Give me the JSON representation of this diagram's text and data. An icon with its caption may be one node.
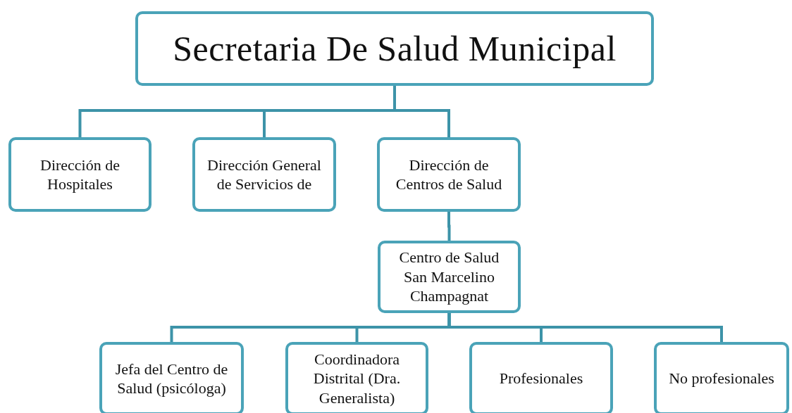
{
  "diagram": {
    "nodes": [
      {
        "text": [
          "Secretaria De Salud Municipal"
        ]
      },
      {
        "text": [
          "Dirección de Hospitales"
        ]
      },
      {
        "text": [
          "Dirección General de Servicios de"
        ]
      },
      {
        "text": [
          "Dirección de Centros de Salud"
        ]
      },
      {
        "text": [
          "Centro de Salud San Marcelino Champagnat"
        ]
      },
      {
        "text": [
          "Jefa del Centro de Salud (psicóloga)"
        ]
      },
      {
        "text": [
          "Coordinadora Distrital (Dra. Generalista)"
        ]
      },
      {
        "text": [
          "Profesionales"
        ]
      },
      {
        "text": [
          "No profesionales"
        ]
      }
    ],
    "edges": [
      {
        "from": 0,
        "to": 1,
        "arrow": "none"
      },
      {
        "from": 0,
        "to": 2,
        "arrow": "none"
      },
      {
        "from": 0,
        "to": 3,
        "arrow": "none"
      },
      {
        "from": 3,
        "to": 4,
        "arrow": "none"
      },
      {
        "from": 4,
        "to": 5,
        "arrow": "none"
      },
      {
        "from": 4,
        "to": 6,
        "arrow": "none"
      },
      {
        "from": 4,
        "to": 7,
        "arrow": "none"
      },
      {
        "from": 4,
        "to": 8,
        "arrow": "none"
      }
    ]
  }
}
